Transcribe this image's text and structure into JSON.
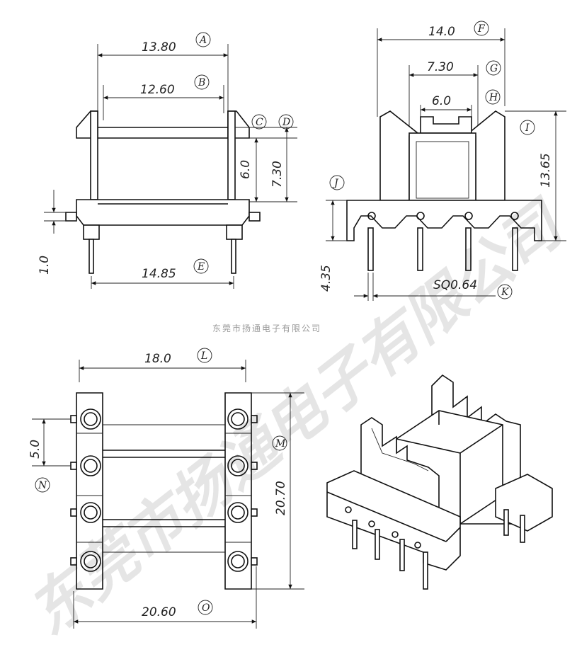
{
  "dimensions": {
    "A": "13.80",
    "B": "12.60",
    "E": "14.85",
    "F": "14.0",
    "G": "7.30",
    "H": "6.0",
    "I": "13.65",
    "J": "4.35",
    "K": "SQ0.64",
    "L": "18.0",
    "M": "20.70",
    "N": "5.0",
    "O": "20.60",
    "CD_small": "6.0",
    "CD_big": "7.30",
    "pin_dia": "1.0"
  },
  "labels": {
    "A": "A",
    "B": "B",
    "C": "C",
    "D": "D",
    "E": "E",
    "F": "F",
    "G": "G",
    "H": "H",
    "I": "I",
    "J": "J",
    "K": "K",
    "L": "L",
    "M": "M",
    "N": "N",
    "O": "O"
  },
  "company_name": "东莞市扬通电子有限公司",
  "watermark": {
    "text": "东莞市扬通电子有限公司",
    "color": "#000000"
  }
}
